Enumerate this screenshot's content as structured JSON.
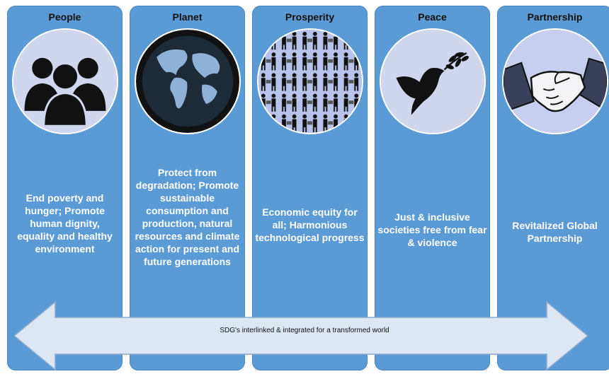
{
  "columns": [
    {
      "title": "People",
      "text": "End poverty and hunger; Promote human dignity, equality and healthy environment",
      "icon": "people-icon"
    },
    {
      "title": "Planet",
      "text": "Protect from degradation; Promote sustainable consumption and production, natural resources and climate action for present and future generations",
      "icon": "globe-icon"
    },
    {
      "title": "Prosperity",
      "text": "Economic equity for all; Harmonious technological progress",
      "icon": "prosperity-pattern-icon"
    },
    {
      "title": "Peace",
      "text": "Just & inclusive societies free from fear & violence",
      "icon": "dove-icon"
    },
    {
      "title": "Partnership",
      "text": "Revitalized Global Partnership",
      "icon": "handshake-icon"
    }
  ],
  "arrow": {
    "label": "SDG's interlinked & integrated for a transformed world"
  },
  "colors": {
    "column": "#5b9bd5",
    "circle": "#cfd6ee",
    "arrow": "#dde6f3"
  }
}
